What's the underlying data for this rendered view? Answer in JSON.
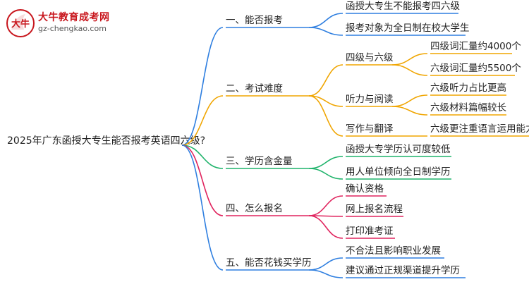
{
  "logo": {
    "title": "大牛教育成考网",
    "url": "gz-chengkao.com",
    "mark_text": "大牛"
  },
  "root": {
    "label": "2025年广东函授大专生能否报考英语四六级?"
  },
  "branches": [
    {
      "label": "一、能否报考",
      "color": "#2f7fe0",
      "children": [
        {
          "label": "函授大专生不能报考四六级",
          "children": []
        },
        {
          "label": "报考对象为全日制在校大学生",
          "children": []
        }
      ]
    },
    {
      "label": "二、考试难度",
      "color": "#f0a500",
      "children": [
        {
          "label": "四级与六级",
          "children": [
            "四级词汇量约4000个",
            "六级词汇量约5500个"
          ]
        },
        {
          "label": "听力与阅读",
          "children": [
            "六级听力占比更高",
            "六级材料篇幅较长"
          ]
        },
        {
          "label": "写作与翻译",
          "children": [
            "六级更注重语言运用能力"
          ]
        }
      ]
    },
    {
      "label": "三、学历含金量",
      "color": "#1fb36b",
      "children": [
        {
          "label": "函授大专学历认可度较低",
          "children": []
        },
        {
          "label": "用人单位倾向全日制学历",
          "children": []
        }
      ]
    },
    {
      "label": "四、怎么报名",
      "color": "#e0245e",
      "children": [
        {
          "label": "确认资格",
          "children": []
        },
        {
          "label": "网上报名流程",
          "children": []
        },
        {
          "label": "打印准考证",
          "children": []
        }
      ]
    },
    {
      "label": "五、能否花钱买学历",
      "color": "#2f7fe0",
      "children": [
        {
          "label": "不合法且影响职业发展",
          "children": []
        },
        {
          "label": "建议通过正规渠道提升学历",
          "children": []
        }
      ]
    }
  ]
}
